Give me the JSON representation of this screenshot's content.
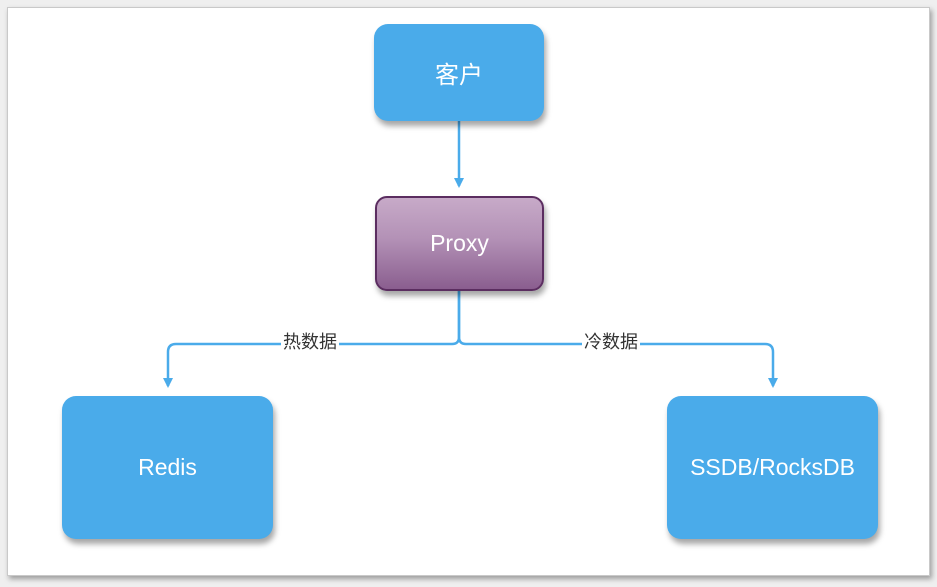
{
  "diagram": {
    "nodes": {
      "client": "客户",
      "proxy": "Proxy",
      "redis": "Redis",
      "ssdb": "SSDB/RocksDB"
    },
    "edges": {
      "hot_label": "热数据",
      "cold_label": "冷数据"
    },
    "colors": {
      "node_blue": "#4aabea",
      "proxy_purple": "#a67aa9",
      "proxy_border": "#5b2d60",
      "edge": "#4aabea"
    }
  }
}
